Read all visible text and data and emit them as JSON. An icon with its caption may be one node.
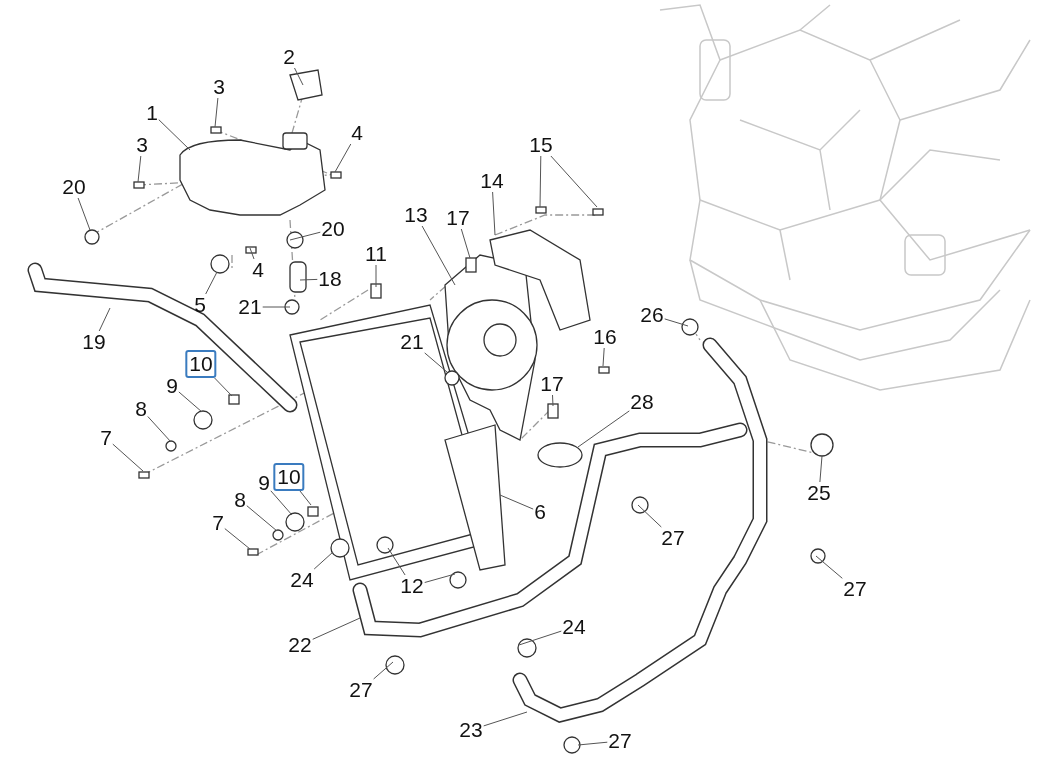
{
  "diagram": {
    "nodes": [
      {
        "text": [
          "2"
        ]
      },
      {
        "text": [
          "3"
        ]
      },
      {
        "text": [
          "1"
        ]
      },
      {
        "text": [
          "4"
        ]
      },
      {
        "text": [
          "3"
        ]
      },
      {
        "text": [
          "20"
        ]
      },
      {
        "text": [
          "14"
        ]
      },
      {
        "text": [
          "15"
        ]
      },
      {
        "text": [
          "13"
        ]
      },
      {
        "text": [
          "17"
        ]
      },
      {
        "text": [
          "20"
        ]
      },
      {
        "text": [
          "11"
        ]
      },
      {
        "text": [
          "18"
        ]
      },
      {
        "text": [
          "4"
        ]
      },
      {
        "text": [
          "5"
        ]
      },
      {
        "text": [
          "21"
        ]
      },
      {
        "text": [
          "19"
        ]
      },
      {
        "text": [
          "26"
        ]
      },
      {
        "text": [
          "21"
        ]
      },
      {
        "text": [
          "16"
        ]
      },
      {
        "text": [
          "10"
        ]
      },
      {
        "text": [
          "9"
        ]
      },
      {
        "text": [
          "17"
        ]
      },
      {
        "text": [
          "28"
        ]
      },
      {
        "text": [
          "8"
        ]
      },
      {
        "text": [
          "7"
        ]
      },
      {
        "text": [
          "10"
        ]
      },
      {
        "text": [
          "9"
        ]
      },
      {
        "text": [
          "25"
        ]
      },
      {
        "text": [
          "6"
        ]
      },
      {
        "text": [
          "8"
        ]
      },
      {
        "text": [
          "27"
        ]
      },
      {
        "text": [
          "7"
        ]
      },
      {
        "text": [
          "24"
        ]
      },
      {
        "text": [
          "12"
        ]
      },
      {
        "text": [
          "27"
        ]
      },
      {
        "text": [
          "22"
        ]
      },
      {
        "text": [
          "24"
        ]
      },
      {
        "text": [
          "27"
        ]
      },
      {
        "text": [
          "23"
        ]
      },
      {
        "text": [
          "27"
        ]
      }
    ],
    "edges": [
      {
        "from": 0,
        "to": null,
        "arrow": "none"
      },
      {
        "from": 1,
        "to": null,
        "arrow": "none"
      },
      {
        "from": 2,
        "to": null,
        "arrow": "none"
      },
      {
        "from": 3,
        "to": null,
        "arrow": "none"
      },
      {
        "from": 4,
        "to": null,
        "arrow": "none"
      },
      {
        "from": 5,
        "to": null,
        "arrow": "none"
      },
      {
        "from": 6,
        "to": null,
        "arrow": "none"
      },
      {
        "from": 7,
        "to": null,
        "arrow": "none"
      },
      {
        "from": 7,
        "to": null,
        "arrow": "none"
      },
      {
        "from": 8,
        "to": null,
        "arrow": "none"
      },
      {
        "from": 9,
        "to": null,
        "arrow": "none"
      },
      {
        "from": 10,
        "to": null,
        "arrow": "none"
      },
      {
        "from": 11,
        "to": null,
        "arrow": "none"
      },
      {
        "from": 12,
        "to": null,
        "arrow": "none"
      },
      {
        "from": 13,
        "to": null,
        "arrow": "none"
      },
      {
        "from": 14,
        "to": null,
        "arrow": "none"
      },
      {
        "from": 15,
        "to": null,
        "arrow": "none"
      },
      {
        "from": 16,
        "to": null,
        "arrow": "none"
      },
      {
        "from": 17,
        "to": null,
        "arrow": "none"
      },
      {
        "from": 18,
        "to": null,
        "arrow": "none"
      },
      {
        "from": 19,
        "to": null,
        "arrow": "none"
      },
      {
        "from": 20,
        "to": null,
        "arrow": "none"
      },
      {
        "from": 21,
        "to": null,
        "arrow": "none"
      },
      {
        "from": 22,
        "to": null,
        "arrow": "none"
      },
      {
        "from": 23,
        "to": null,
        "arrow": "none"
      },
      {
        "from": 24,
        "to": null,
        "arrow": "none"
      },
      {
        "from": 25,
        "to": null,
        "arrow": "none"
      },
      {
        "from": 26,
        "to": null,
        "arrow": "none"
      },
      {
        "from": 27,
        "to": null,
        "arrow": "none"
      },
      {
        "from": 28,
        "to": null,
        "arrow": "none"
      },
      {
        "from": 29,
        "to": null,
        "arrow": "none"
      },
      {
        "from": 30,
        "to": null,
        "arrow": "none"
      },
      {
        "from": 31,
        "to": null,
        "arrow": "none"
      },
      {
        "from": 32,
        "to": null,
        "arrow": "none"
      },
      {
        "from": 33,
        "to": null,
        "arrow": "none"
      },
      {
        "from": 34,
        "to": null,
        "arrow": "none"
      },
      {
        "from": 34,
        "to": null,
        "arrow": "none"
      },
      {
        "from": 35,
        "to": null,
        "arrow": "none"
      },
      {
        "from": 36,
        "to": null,
        "arrow": "none"
      },
      {
        "from": 37,
        "to": null,
        "arrow": "none"
      },
      {
        "from": 38,
        "to": null,
        "arrow": "none"
      },
      {
        "from": 39,
        "to": null,
        "arrow": "none"
      },
      {
        "from": 40,
        "to": null,
        "arrow": "none"
      }
    ]
  }
}
